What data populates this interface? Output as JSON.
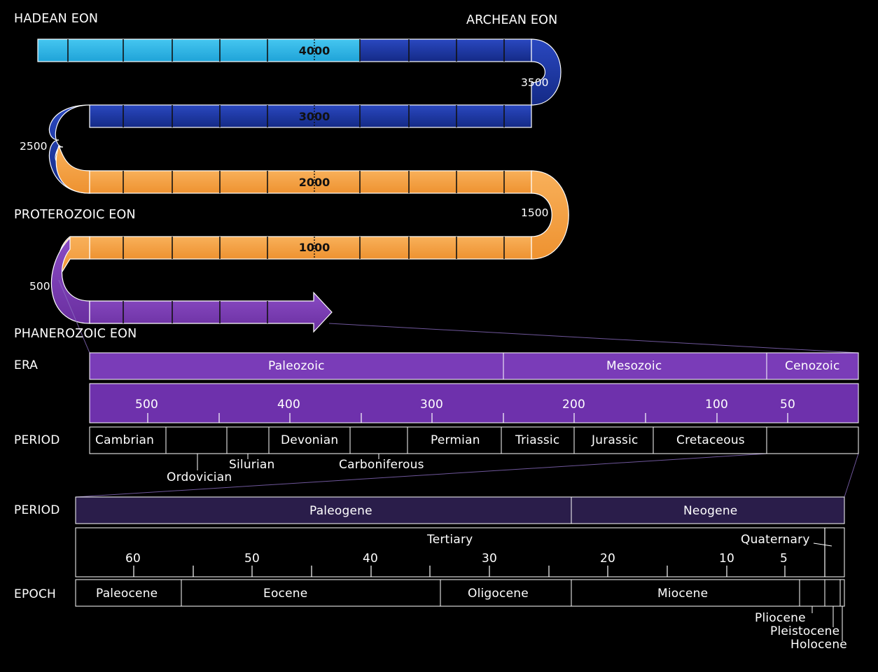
{
  "eons": {
    "hadean": "HADEAN EON",
    "archean": "ARCHEAN EON",
    "proterozoic": "PROTEROZOIC EON",
    "phanerozoic": "PHANEROZOIC EON"
  },
  "spiral_labels": {
    "t4000": "4000",
    "t3500": "3500",
    "t3000": "3000",
    "t2500": "2500",
    "t2000": "2000",
    "t1500": "1500",
    "t1000": "1000",
    "t500": "500"
  },
  "row_labels": {
    "era": "ERA",
    "period1": "PERIOD",
    "period2": "PERIOD",
    "epoch": "EPOCH"
  },
  "eras": [
    "Paleozoic",
    "Mesozoic",
    "Cenozoic"
  ],
  "scale1_ticks": [
    "500",
    "400",
    "300",
    "200",
    "100",
    "50"
  ],
  "periods_top": [
    "Cambrian",
    "Devonian",
    "Permian",
    "Triassic",
    "Jurassic",
    "Cretaceous"
  ],
  "periods_callouts": [
    "Silurian",
    "Carboniferous",
    "Ordovician"
  ],
  "periods_lower": [
    "Paleogene",
    "Neogene"
  ],
  "scale2": {
    "tertiary": "Tertiary",
    "quaternary": "Quaternary",
    "ticks": [
      "60",
      "50",
      "40",
      "30",
      "20",
      "10",
      "5"
    ]
  },
  "epochs": [
    "Paleocene",
    "Eocene",
    "Oligocene",
    "Miocene"
  ],
  "epoch_callouts": [
    "Pliocene",
    "Pleistocene",
    "Holocene"
  ],
  "colors": {
    "hadean": "#29b6e6",
    "archean": "#1c3aa8",
    "proterozoic": "#f5a040",
    "phanerozoic": "#7a3bb0",
    "era_bar": "#7a3cb8",
    "lower_bar": "#2a1d4a"
  }
}
